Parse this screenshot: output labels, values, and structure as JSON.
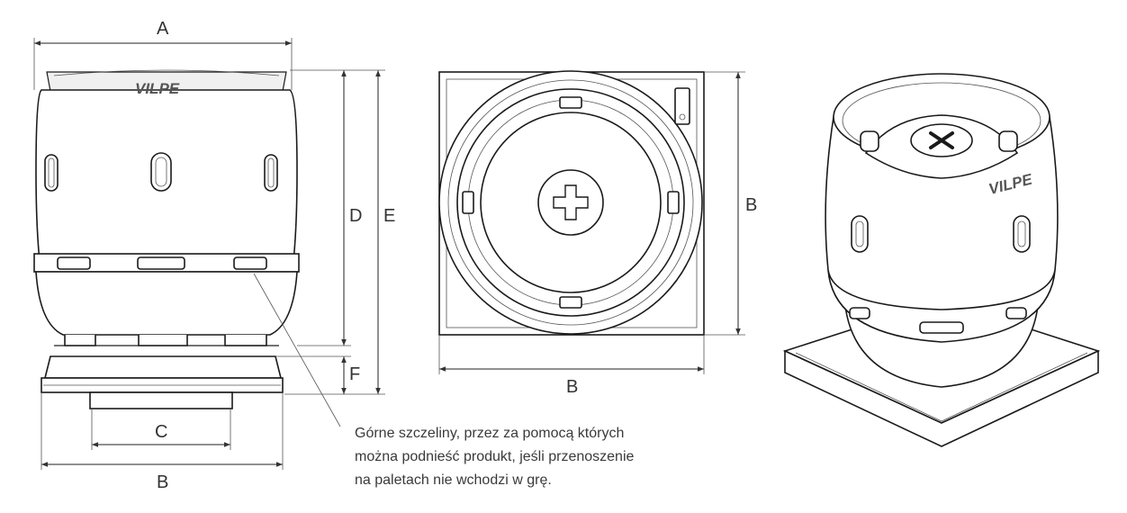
{
  "dimensions": {
    "a": "A",
    "b_side_bottom": "B",
    "c": "C",
    "d": "D",
    "e": "E",
    "f": "F",
    "b_top_right": "B",
    "b_top_bottom": "B"
  },
  "brand": {
    "side_logo": "VILPE",
    "iso_logo": "VILPE"
  },
  "callout": {
    "line1": "Górne szczeliny, przez za pomocą których",
    "line2": "można podnieść produkt, jeśli przenoszenie",
    "line3": "na paletach nie wchodzi w grę."
  },
  "colors": {
    "outline": "#1a1a1a",
    "dimension_line": "#555555",
    "text": "#333333"
  }
}
